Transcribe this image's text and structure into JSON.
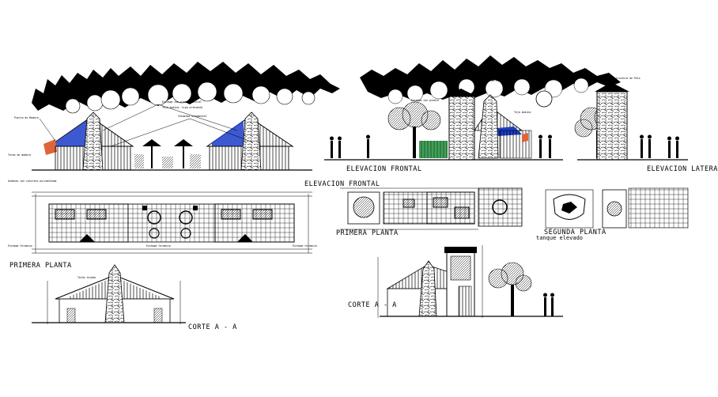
{
  "titles": {
    "elev_frontal_top": "ELEVACION FRONTAL",
    "elev_frontal_left": "ELEVACION FRONTAL",
    "elev_lateral": "ELEVACION LATERAL",
    "primera_planta_left": "PRIMERA PLANTA",
    "primera_planta_right": "PRIMERA PLANTA",
    "segunda_planta": "SEGUNDA PLANTA",
    "tanque_elevado": "tanque elevado",
    "corte_left": "CORTE A - A",
    "corte_right": "CORTE A - A"
  },
  "notes": {
    "n1": "Enchape con piedra natural",
    "n2": "Teja andina, tipo artesanal",
    "n3": "Chimenea ornamental",
    "n4": "Puerta de Madera",
    "n5": "Techo de madera",
    "n6": "Andenes con concreto pulimentado",
    "n7": "Enchape Ceramico",
    "n8": "Enchape Ceramico",
    "n9": "Enchape Ceramico",
    "n10": "Estructura de Palo artesanal",
    "n11": "Enchape con piedra",
    "n12": "Techo tejado",
    "n13": "Teja andina",
    "n14": "Estructura de Palo"
  },
  "colors": {
    "ink": "#000000",
    "glass": "#1b3cc9",
    "brick": "#e0643a",
    "grass": "#1f8f3a",
    "paper": "#ffffff"
  }
}
